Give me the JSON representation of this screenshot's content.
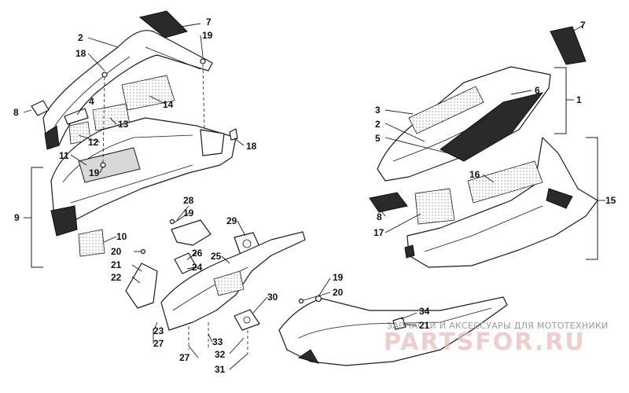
{
  "callouts": {
    "c1": "1",
    "c2a": "2",
    "c2b": "2",
    "c3": "3",
    "c4": "4",
    "c5": "5",
    "c6": "6",
    "c7a": "7",
    "c7b": "7",
    "c8a": "8",
    "c8b": "8",
    "c9": "9",
    "c10": "10",
    "c11": "11",
    "c12": "12",
    "c13": "13",
    "c14": "14",
    "c15": "15",
    "c16": "16",
    "c17": "17",
    "c18a": "18",
    "c18b": "18",
    "c19a": "19",
    "c19b": "19",
    "c19c": "19",
    "c19d": "19",
    "c20a": "20",
    "c20b": "20",
    "c21a": "21",
    "c21b": "21",
    "c22": "22",
    "c23": "23",
    "c24": "24",
    "c25": "25",
    "c26": "26",
    "c27a": "27",
    "c27b": "27",
    "c28": "28",
    "c29": "29",
    "c30": "30",
    "c31": "31",
    "c32": "32",
    "c33": "33",
    "c34": "34"
  },
  "watermark": {
    "caption": "ЗАПЧАСТИ И АКСЕССУАРЫ ДЛЯ МОТОТЕХНИКИ",
    "logo": "PARTSFOR.RU"
  },
  "colors": {
    "line": "#1a1a1a",
    "watermark_logo": "#e7b8b8",
    "watermark_caption": "#9a9a9a"
  }
}
